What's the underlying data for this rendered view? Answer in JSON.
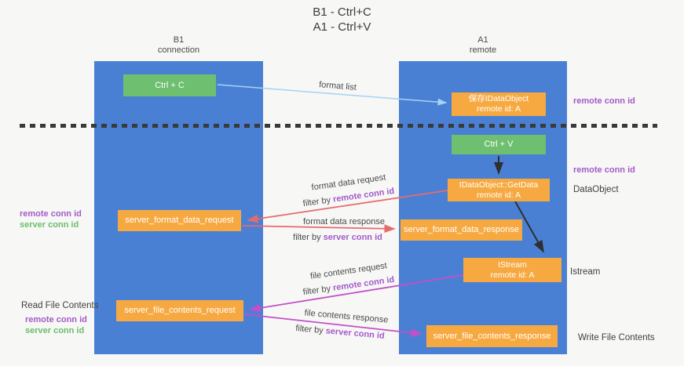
{
  "title": {
    "line1": "B1 - Ctrl+C",
    "line2": "A1 - Ctrl+V"
  },
  "lanes": {
    "left": {
      "name": "B1",
      "subtitle": "connection"
    },
    "right": {
      "name": "A1",
      "subtitle": "remote"
    }
  },
  "nodes": {
    "ctrl_c": "Ctrl + C",
    "save_idataobject": {
      "line1": "保存IDataObject",
      "line2": "remote id: A"
    },
    "ctrl_v": "Ctrl + V",
    "idataobject_getdata": {
      "line1": "IDataObject::GetData",
      "line2": "remote id: A"
    },
    "istream": {
      "line1": "IStream",
      "line2": "remote id: A"
    },
    "server_format_data_request": "server_format_data_request",
    "server_format_data_response": "server_format_data_response",
    "server_file_contents_request": "server_file_contents_request",
    "server_file_contents_response": "server_file_contents_response"
  },
  "flow_labels": {
    "format_list": "format list",
    "format_data_request": "format data request",
    "format_data_request_filter_prefix": "filter by ",
    "format_data_request_filter_key": "remote conn id",
    "format_data_response": "format data response",
    "format_data_response_filter_prefix": "filter by ",
    "format_data_response_filter_key": "server conn id",
    "file_contents_request": "file contents request",
    "file_contents_request_filter_prefix": "filter by ",
    "file_contents_request_filter_key": "remote conn id",
    "file_contents_response": "file contents response",
    "file_contents_response_filter_prefix": "filter by ",
    "file_contents_response_filter_key": "server conn id"
  },
  "annotations": {
    "right_top_remote_conn_id": "remote conn id",
    "right_mid_remote_conn_id": "remote conn id",
    "dataobject": "DataObject",
    "istream": "Istream",
    "write_file_contents": "Write File Contents",
    "read_file_contents": "Read File Contents",
    "left_mid_remote_conn_id": "remote conn id",
    "left_mid_server_conn_id": "server conn id",
    "left_bottom_remote_conn_id": "remote conn id",
    "left_bottom_server_conn_id": "server conn id"
  },
  "colors": {
    "lane_blue": "#4a80d4",
    "node_green": "#6fbf70",
    "node_orange": "#f7a941",
    "arrow_light_blue": "#a5d2f3",
    "arrow_red": "#e76a6e",
    "arrow_magenta": "#c44fc8",
    "arrow_black": "#2f2f2f",
    "text_purple": "#a35bc9",
    "text_green": "#6bbe6b",
    "background": "#f7f7f6"
  }
}
